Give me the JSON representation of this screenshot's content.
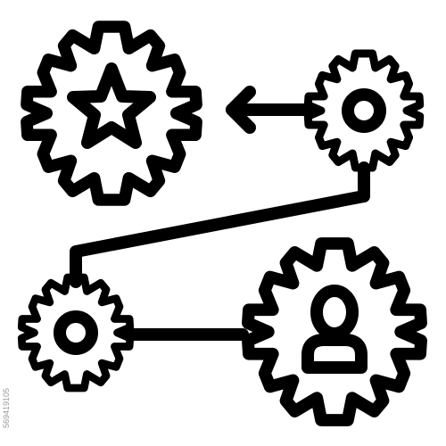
{
  "icon": {
    "subject": "gear workflow",
    "stroke_color": "#000000",
    "background_color": "#ffffff"
  },
  "gears": [
    {
      "icon": "star-icon"
    },
    {
      "icon": "ring-icon"
    },
    {
      "icon": "ring-icon"
    },
    {
      "icon": "user-icon"
    }
  ],
  "connectors": [
    {
      "type": "arrow",
      "direction": "left"
    },
    {
      "type": "polyline"
    },
    {
      "type": "line"
    }
  ],
  "watermark": {
    "id_text": "569419105"
  }
}
